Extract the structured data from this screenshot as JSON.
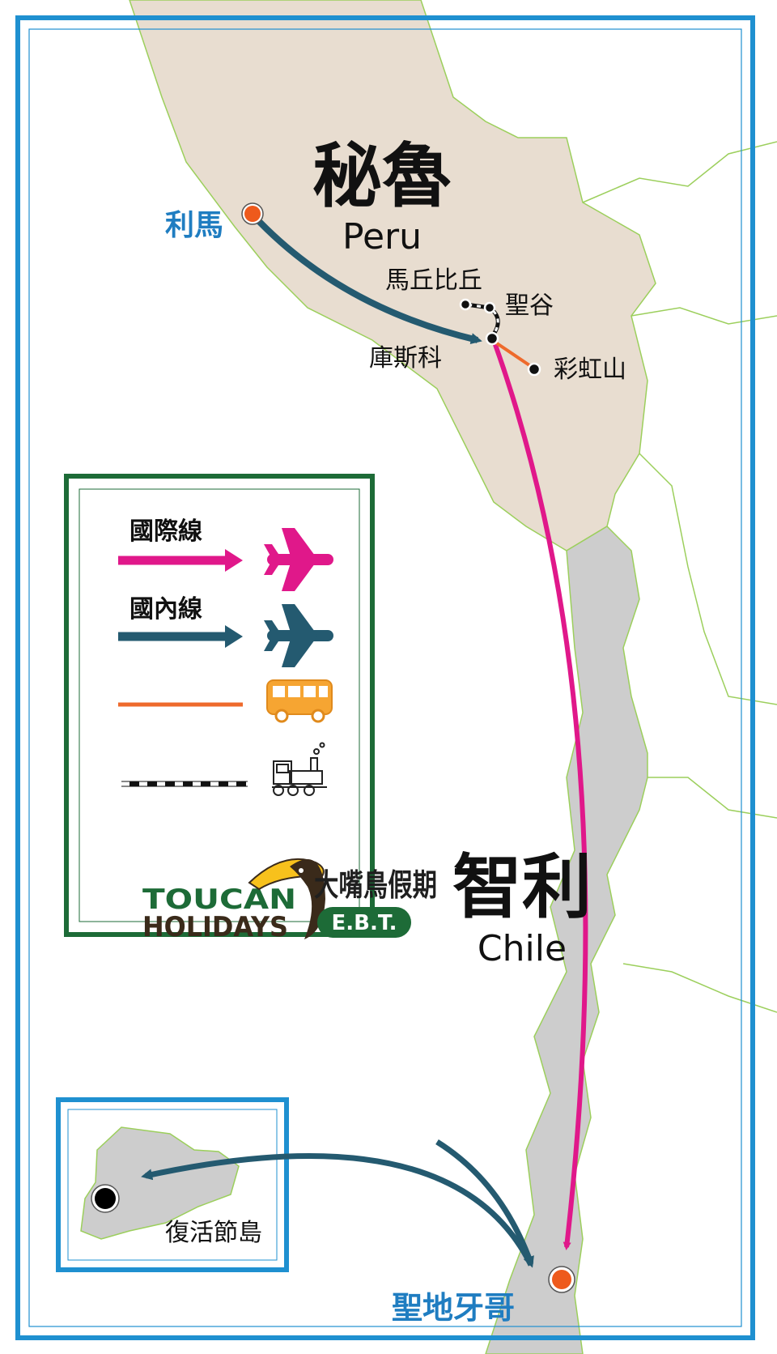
{
  "countries": {
    "peru": {
      "name_zh": "秘魯",
      "name_en": "Peru"
    },
    "chile": {
      "name_zh": "智利",
      "name_en": "Chile"
    }
  },
  "places": {
    "lima": "利馬",
    "machu_picchu": "馬丘比丘",
    "sacred_valley": "聖谷",
    "cusco": "庫斯科",
    "rainbow_mountain": "彩虹山",
    "santiago": "聖地牙哥",
    "easter_island": "復活節島"
  },
  "legend": {
    "international_flight": "國際線",
    "domestic_flight": "國內線"
  },
  "logo": {
    "line1": "TOUCAN",
    "line2": "HOLIDAYS",
    "chinese": "大嘴鳥假期",
    "badge": "E.B.T."
  },
  "colors": {
    "frame_blue": "#1f90d0",
    "peru_land": "#e8ddd0",
    "chile_land": "#cdcdcd",
    "border_green": "#9ccf5c",
    "international": "#e0188a",
    "domestic": "#245a70",
    "bus": "#ee6a2c",
    "city_blue": "#1f7dc1",
    "legend_green": "#1d6b37"
  }
}
